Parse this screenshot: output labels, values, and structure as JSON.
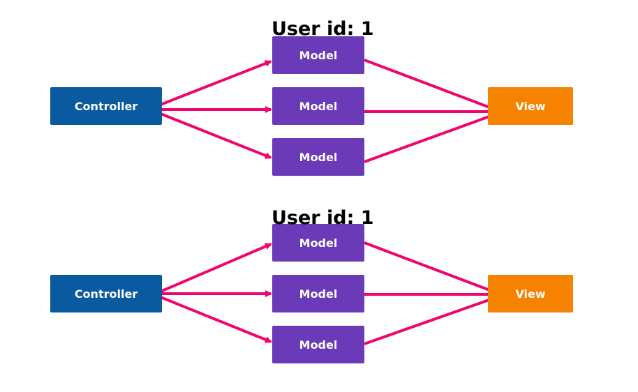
{
  "colors": {
    "controller": "#0a5aa0",
    "model": "#6a3ab8",
    "view": "#f58200",
    "arrow": "#f0046e"
  },
  "diagrams": [
    {
      "title": "User id: 1",
      "controller": "Controller",
      "models": [
        "Model",
        "Model",
        "Model"
      ],
      "view": "View"
    },
    {
      "title": "User id: 1",
      "controller": "Controller",
      "models": [
        "Model",
        "Model",
        "Model"
      ],
      "view": "View"
    }
  ]
}
